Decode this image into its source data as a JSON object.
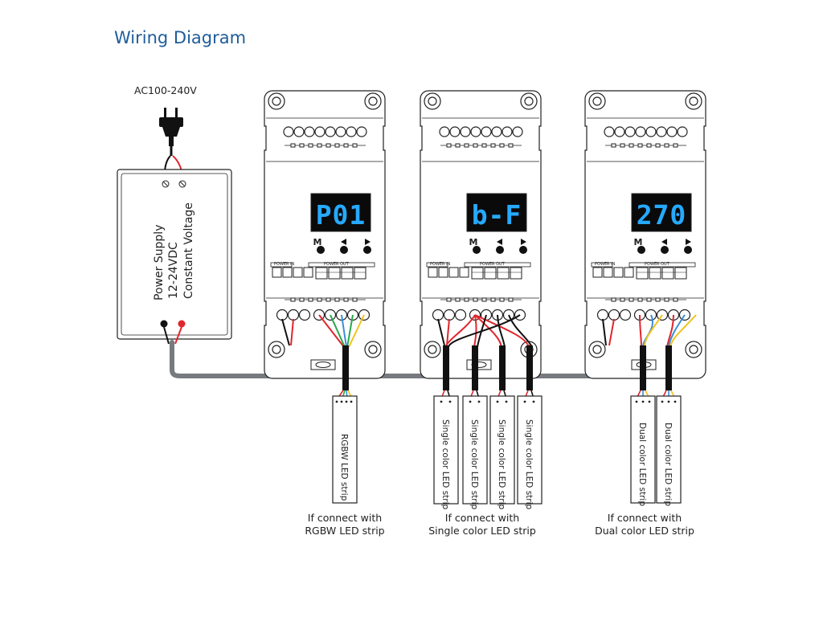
{
  "title": "Wiring Diagram",
  "ac_input": "AC100-240V",
  "power_supply": {
    "line1": "Power Supply",
    "line2": "12-24VDC",
    "line3": "Constant Voltage"
  },
  "terminal_labels": {
    "power_in": "POWER IN",
    "power_out": "POWER OUT",
    "minus": "-",
    "plus": "+"
  },
  "buttons": {
    "m": "M"
  },
  "controllers": [
    {
      "display": "P01"
    },
    {
      "display": "b-F"
    },
    {
      "display": "270"
    }
  ],
  "strips": {
    "rgbw": "RGBW LED strip",
    "single": "Single color LED strip",
    "dual": "Dual color LED strip"
  },
  "captions": [
    {
      "line1": "If connect with",
      "line2": "RGBW LED strip"
    },
    {
      "line1": "If connect with",
      "line2": "Single color LED strip"
    },
    {
      "line1": "If connect with",
      "line2": "Dual color LED strip"
    }
  ],
  "wire_colors": {
    "red": "#e0262d",
    "blue": "#3a8fd8",
    "green": "#2aa84a",
    "yellow": "#f2c21b",
    "black": "#111111",
    "cable": "#777b80"
  }
}
